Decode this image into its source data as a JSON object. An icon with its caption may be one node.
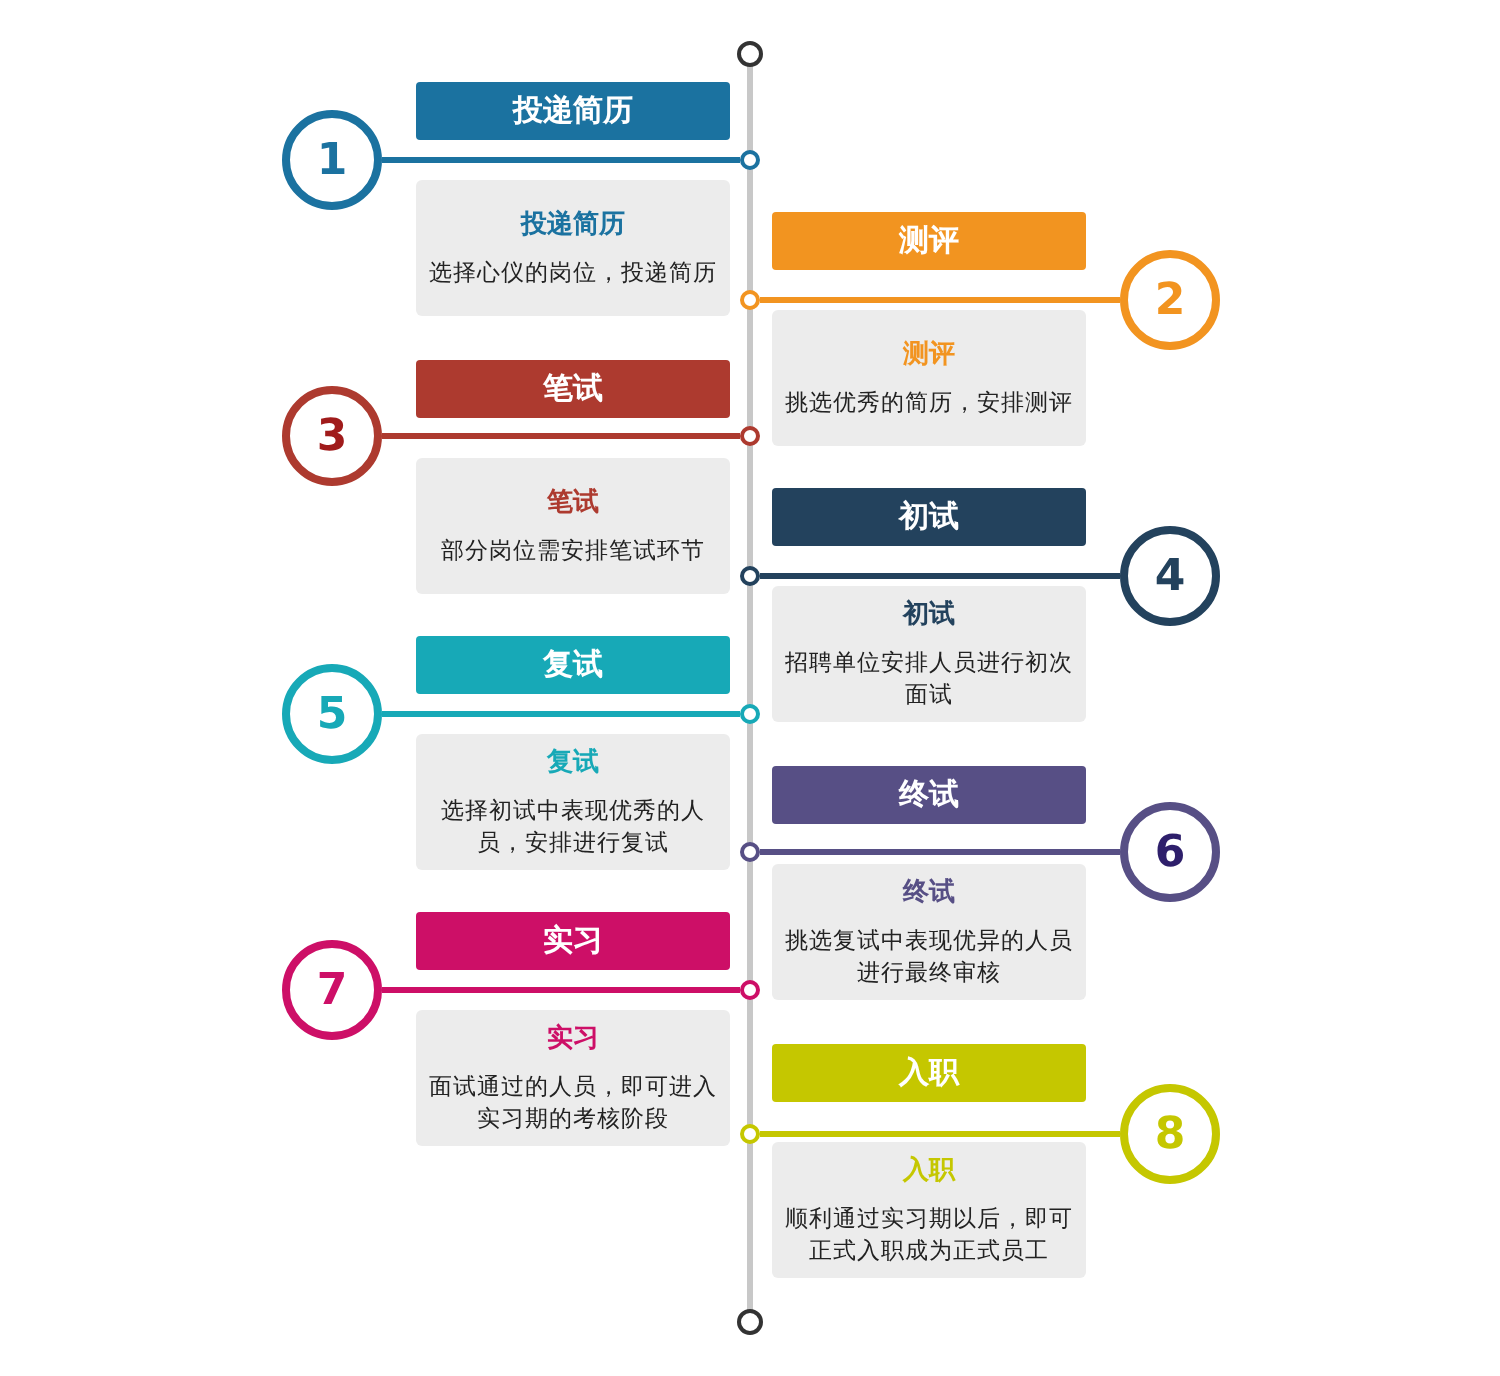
{
  "diagram": {
    "nodes": [
      {
        "text": [
          "1"
        ]
      },
      {
        "text": [
          "投递简历"
        ]
      },
      {
        "text": [
          "投递简历",
          "选择心仪的岗位，投递简历"
        ]
      },
      {
        "text": [
          "2"
        ]
      },
      {
        "text": [
          "测评"
        ]
      },
      {
        "text": [
          "测评",
          "挑选优秀的简历，安排测评"
        ]
      },
      {
        "text": [
          "3"
        ]
      },
      {
        "text": [
          "笔试"
        ]
      },
      {
        "text": [
          "笔试",
          "部分岗位需安排笔试环节"
        ]
      },
      {
        "text": [
          "4"
        ]
      },
      {
        "text": [
          "初试"
        ]
      },
      {
        "text": [
          "初试",
          "招聘单位安排人员进行初次面试"
        ]
      },
      {
        "text": [
          "5"
        ]
      },
      {
        "text": [
          "复试"
        ]
      },
      {
        "text": [
          "复试",
          "选择初试中表现优秀的人员，安排进行复试"
        ]
      },
      {
        "text": [
          "6"
        ]
      },
      {
        "text": [
          "终试"
        ]
      },
      {
        "text": [
          "终试",
          "挑选复试中表现优异的人员进行最终审核"
        ]
      },
      {
        "text": [
          "7"
        ]
      },
      {
        "text": [
          "实习"
        ]
      },
      {
        "text": [
          "实习",
          "面试通过的人员，即可进入实习期的考核阶段"
        ]
      },
      {
        "text": [
          "8"
        ]
      },
      {
        "text": [
          "入职"
        ]
      },
      {
        "text": [
          "入职",
          "顺利通过实习期以后，即可正式入职成为正式员工"
        ]
      },
      {
        "text": [],
        "shape": "circle"
      },
      {
        "text": [],
        "shape": "circle"
      },
      {
        "text": [],
        "shape": "circle"
      },
      {
        "text": [],
        "shape": "circle"
      },
      {
        "text": [],
        "shape": "circle"
      },
      {
        "text": [],
        "shape": "circle"
      },
      {
        "text": [],
        "shape": "circle"
      },
      {
        "text": [],
        "shape": "circle"
      }
    ],
    "edges": [
      {
        "from": 0,
        "to": 24,
        "arrow": "none",
        "color": "#1b72a0"
      },
      {
        "from": 3,
        "to": 25,
        "arrow": "none",
        "color": "#f29420"
      },
      {
        "from": 6,
        "to": 26,
        "arrow": "none",
        "color": "#ad3a2f"
      },
      {
        "from": 9,
        "to": 27,
        "arrow": "none",
        "color": "#23425d"
      },
      {
        "from": 12,
        "to": 28,
        "arrow": "none",
        "color": "#17a9b7"
      },
      {
        "from": 15,
        "to": 29,
        "arrow": "none",
        "color": "#574f85"
      },
      {
        "from": 18,
        "to": 30,
        "arrow": "none",
        "color": "#cd0f67"
      },
      {
        "from": 21,
        "to": 31,
        "arrow": "none",
        "color": "#c5c700"
      }
    ]
  }
}
